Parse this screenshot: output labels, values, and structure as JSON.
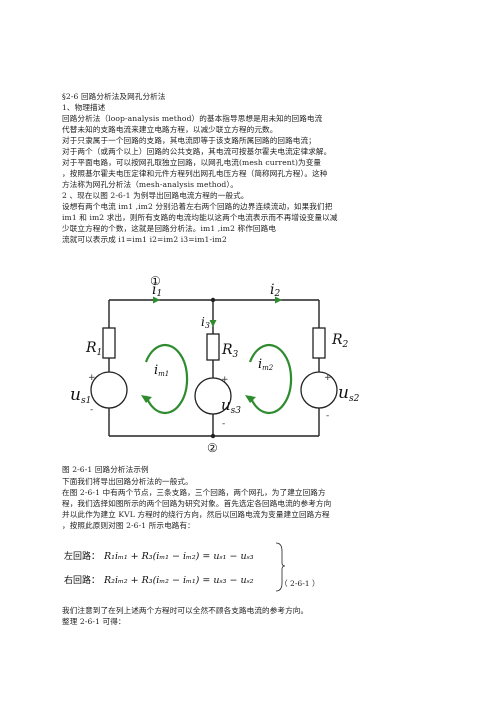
{
  "heading": "§2-6  回路分析法及网孔分析法",
  "section1": "1、物理描述",
  "p1": [
    "回路分析法（loop-analysis method）的基本指导思想是用未知的回路电流",
    "代替未知的支路电流来建立电路方程，以减少联立方程的元数。",
    "对于只隶属于一个回路的支路，其电流即等于该支路所属回路的回路电流；",
    "对于两个（或两个以上）回路的公共支路，其电流可按基尔霍夫电流定律求解。",
    "对于平面电路，可以按网孔取独立回路，以网孔电流(mesh current)为变量",
    "，按照基尔霍夫电压定律和元件方程列出网孔电压方程（简称网孔方程）。这种",
    "方法称为网孔分析法（mesh-analysis method）。"
  ],
  "section2": "2  、现在以图  2-6-1 为例导出回路电流方程的一般式。",
  "p2": [
    "设想有两个电流 im1 ,im2  分别沿着左右两个回路的边界连续流动，如果我们把",
    "im1 和 im2 求出，则所有支路的电流均能以这两个电流表示而不再增设变量以减",
    "少联立方程的个数，这就是回路分析法。im1 ,im2 称作回路电",
    "流就可以表示成  i1=im1 i2=im2 i3=im1-im2"
  ],
  "circuit": {
    "node1": "①",
    "node2": "②",
    "i1": "i",
    "i1_sub": "1",
    "i2": "i",
    "i2_sub": "2",
    "i3": "i",
    "i3_sub": "3",
    "R1": "R",
    "R1_sub": "1",
    "R2": "R",
    "R2_sub": "2",
    "R3": "R",
    "R3_sub": "3",
    "us1": "u",
    "us1_sub": "s1",
    "us2": "u",
    "us2_sub": "s2",
    "us3": "u",
    "us3_sub": "s3",
    "im1": "i",
    "im1_sub": "m1",
    "im2": "i",
    "im2_sub": "m2",
    "plus": "+",
    "minus": "-"
  },
  "caption": "图  2-6-1  回路分析法示例",
  "p3": [
    "下面我们将导出回路分析法的一般式。",
    "在图  2-6-1 中有两个节点，三条支路，三个回路，两个网孔，为了建立回路方",
    "程，我们选择如图所示的两个回路为研究对象。首先选定各回路电流的参考方向",
    "并以此作为建立  KVL  方程时的绕行方向，然后以回路电流为变量建立回路方程",
    "，按照此原则对图  2-6-1  所示电路有："
  ],
  "equations": {
    "left_label": "左回路：",
    "left_eq": "R₁iₘ₁ + R₃(iₘ₁ − iₘ₂) = uₛ₁ − uₛ₃",
    "right_label": "右回路：",
    "right_eq": "R₂iₘ₂ + R₃(iₘ₂ − iₘ₁) = uₛ₃ − uₛ₂",
    "number": "（  2-6-1  ）"
  },
  "p4": [
    "我们注意到了在列上述两个方程时可以全然不顾各支路电流的参考方向。",
    "整理  2-6-1  可得："
  ]
}
